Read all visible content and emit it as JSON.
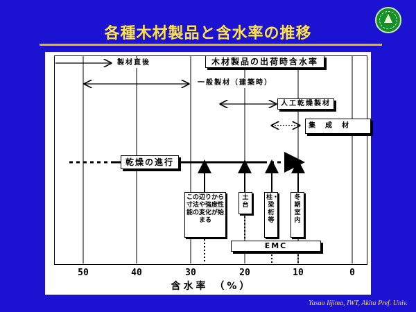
{
  "slide": {
    "title": "各種木材製品と含水率の推移",
    "credit": "Yasuo Iijima, IWT, Akita Pref. Univ."
  },
  "chart": {
    "title": "木材製品の出荷時含水率",
    "x_axis_title": "含水率 （%）",
    "x_ticks": [
      "50",
      "40",
      "30",
      "20",
      "10",
      "0"
    ],
    "ranges": {
      "seizai_chokugo": "製材直後",
      "ippan_seizai": "一般製材（建築時）",
      "jinko_kanso": "人工乾燥製材",
      "shusei": "集　成　材"
    },
    "drying": "乾燥の進行",
    "notes": {
      "change_start": "この辺りから寸法や強度性能の変化が始まる",
      "dodai": "土台",
      "hashira": "柱・梁桁等",
      "furniture": "冬期室内"
    },
    "emc": "EMC"
  }
}
